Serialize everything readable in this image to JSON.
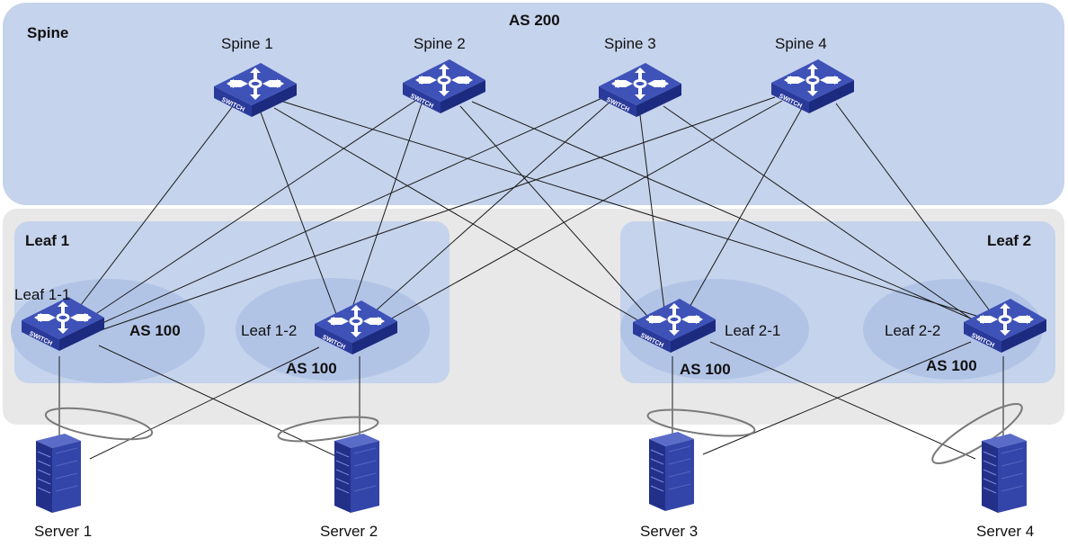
{
  "zones": {
    "spine_label": "Spine",
    "spine_as": "AS 200",
    "leaf1_label": "Leaf 1",
    "leaf2_label": "Leaf 2"
  },
  "spines": [
    {
      "label": "Spine 1"
    },
    {
      "label": "Spine 2"
    },
    {
      "label": "Spine 3"
    },
    {
      "label": "Spine 4"
    }
  ],
  "leafs": [
    {
      "label": "Leaf 1-1",
      "as": "AS 100"
    },
    {
      "label": "Leaf 1-2",
      "as": "AS 100"
    },
    {
      "label": "Leaf 2-1",
      "as": "AS 100"
    },
    {
      "label": "Leaf 2-2",
      "as": "AS 100"
    }
  ],
  "servers": [
    {
      "label": "Server 1"
    },
    {
      "label": "Server 2"
    },
    {
      "label": "Server 3"
    },
    {
      "label": "Server 4"
    }
  ],
  "switch_text": "SWITCH",
  "colors": {
    "spine_zone": "#c5d3ec",
    "leaf_outer_zone": "#e8e8e8",
    "leaf_zone": "#c5d3ec",
    "leaf_ellipse": "#b2c4e6",
    "switch_top": "#3d4fb0",
    "switch_side": "#24318a",
    "server_body": "#2f3d9c",
    "link": "#1a1a1a"
  }
}
